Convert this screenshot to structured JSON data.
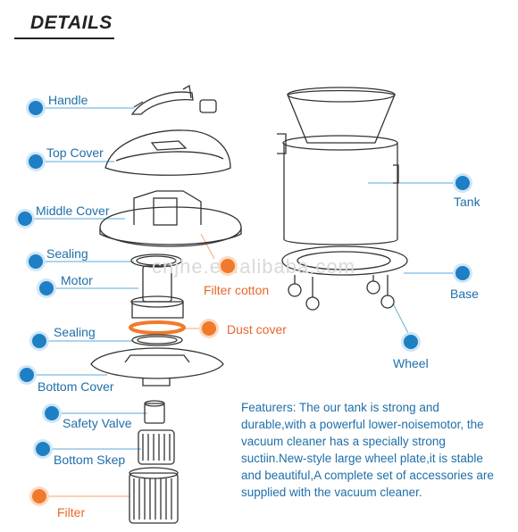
{
  "header": {
    "title": "DETAILS"
  },
  "labels": {
    "handle": "Handle",
    "top_cover": "Top Cover",
    "middle_cover": "Middle Cover",
    "sealing1": "Sealing",
    "motor": "Motor",
    "sealing2": "Sealing",
    "bottom_cover": "Bottom Cover",
    "safety_valve": "Safety Valve",
    "bottom_skep": "Bottom Skep",
    "filter": "Filter",
    "filter_cotton": "Filter cotton",
    "dust_cover": "Dust cover",
    "tank": "Tank",
    "base": "Base",
    "wheel": "Wheel"
  },
  "features": {
    "heading": "Featurers",
    "text": ": The our tank is strong and durable,with a powerful lower-noisemotor, the vacuum cleaner has a specially strong suctiin.New-style large wheel plate,it is stable and beautiful,A complete set of accessories are supplied with the vacuum cleaner."
  },
  "watermark": "cnjhe.en.alibaba.com",
  "colors": {
    "blue": "#1e7fc4",
    "orange": "#f07a2b",
    "label_blue": "#1f6fa8",
    "label_orange": "#e8662a"
  }
}
